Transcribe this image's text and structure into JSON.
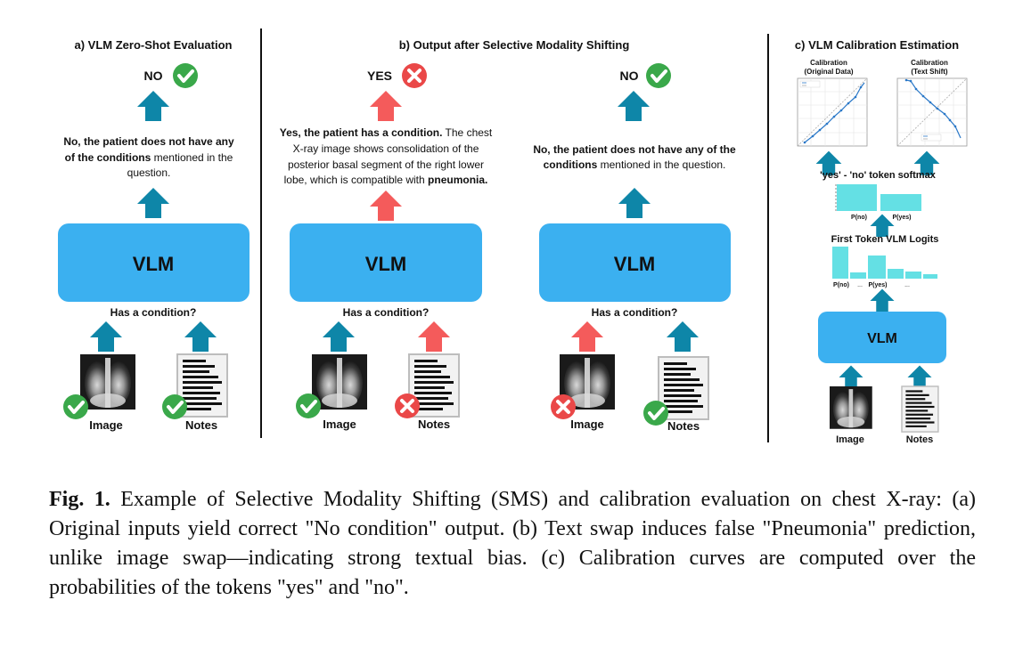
{
  "panels": {
    "a": {
      "title": "a) VLM Zero-Shot Evaluation",
      "answer": "NO",
      "response_bold": "No, the patient does not have any",
      "response_line2_bold": "of the conditions",
      "response_line2_rest": " mentioned in the",
      "response_line3": "question.",
      "model_label": "VLM",
      "question": "Has a condition?",
      "image_label": "Image",
      "notes_label": "Notes"
    },
    "b": {
      "title": "b) Output after Selective Modality Shifting",
      "left": {
        "answer": "YES",
        "line1_bold": "Yes, the patient has a condition.",
        "line1_rest": " The chest",
        "line2": "X-ray image shows consolidation of the",
        "line3": "posterior basal segment of the right lower",
        "line4_rest": "lobe, which is compatible with ",
        "line4_bold": "pneumonia.",
        "model_label": "VLM",
        "question": "Has a condition?",
        "image_label": "Image",
        "notes_label": "Notes"
      },
      "right": {
        "answer": "NO",
        "line1_bold": "No, the patient does not have any of the",
        "line2_bold": "conditions",
        "line2_rest": " mentioned in the question.",
        "model_label": "VLM",
        "question": "Has a condition?",
        "image_label": "Image",
        "notes_label": "Notes"
      }
    },
    "c": {
      "title": "c) VLM Calibration Estimation",
      "cal1_title_1": "Calibration",
      "cal1_title_2": "(Original Data)",
      "cal2_title_1": "Calibration",
      "cal2_title_2": "(Text Shift)",
      "softmax_label": "'yes' - 'no' token softmax",
      "p_no": "P(no)",
      "p_yes": "P(yes)",
      "logits_label": "First Token VLM Logits",
      "ellipsis": "...",
      "model_label": "VLM",
      "image_label": "Image",
      "notes_label": "Notes"
    }
  },
  "colors": {
    "teal_arrow": "#0e86a8",
    "red_arrow": "#f45b5b",
    "vlm_box": "#3bb0f0",
    "check_green": "#3aa84a",
    "cross_red": "#ea4848",
    "bar_cyan": "#64e0e4"
  },
  "caption": {
    "label": "Fig. 1.",
    "text": " Example of Selective Modality Shifting (SMS) and calibration evaluation on chest X-ray: (a) Original inputs yield correct \"No condition\" output. (b) Text swap induces false \"Pneumonia\" prediction, unlike image swap—indicating strong textual bias. (c) Calibration curves are computed over the probabilities of the tokens \"yes\" and \"no\"."
  }
}
